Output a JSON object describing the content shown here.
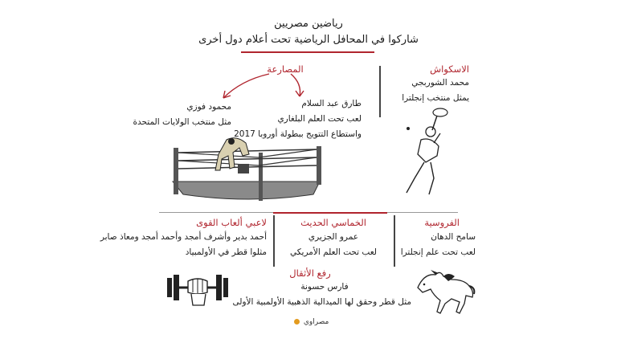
{
  "header": {
    "title": "رياضين مصريين",
    "subtitle": "شاركوا في المحافل الرياضية تحت أعلام دول أخرى"
  },
  "wrestling": {
    "heading": "المصارعة",
    "left": {
      "name": "محمود فوزي",
      "desc": "مثل منتخب الولايات المتحدة"
    },
    "right": {
      "name": "طارق عبد السلام",
      "line1": "لعب تحت العلم البلغاري",
      "line2": "واستطاع التتويج ببطولة أوروبا 2017"
    }
  },
  "squash": {
    "heading": "الاسكواش",
    "name": "محمد الشوربجي",
    "desc": "يمثل منتخب إنجلترا"
  },
  "athletics": {
    "heading": "لاعبي ألعاب القوى",
    "line1": "أحمد بدير وأشرف أمجد وأحمد أمجد ومعاذ صابر",
    "line2": "مثلوا قطر في الأولمبياد"
  },
  "pentathlon": {
    "heading": "الخماسي الحديث",
    "name": "عمرو الجزيري",
    "desc": "لعب تحت العلم الأمريكي"
  },
  "equestrian": {
    "heading": "الفروسية",
    "name": "سامح الدهان",
    "desc": "لعب تحت علم إنجلترا"
  },
  "weightlifting": {
    "heading": "رفع الأثقال",
    "name": "فارس حسونة",
    "desc": "مثل قطر وحقق لها الميدالية الذهبية الأولمبية الأولى"
  },
  "footer": {
    "brand": "مصراوي"
  },
  "colors": {
    "accent": "#b0252e",
    "text": "#1a1a1a",
    "divider": "#444444"
  }
}
